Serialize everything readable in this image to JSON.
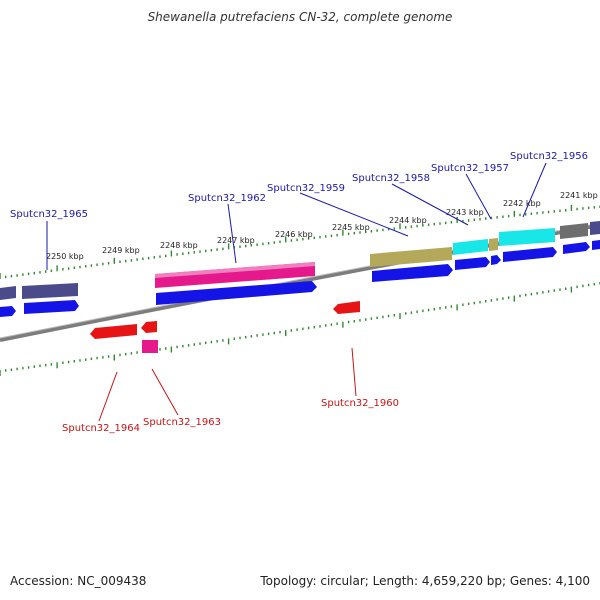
{
  "title": "Shewanella putrefaciens CN-32, complete genome",
  "footer": {
    "accession": "Accession: NC_009438",
    "summary": "Topology: circular; Length: 4,659,220 bp; Genes: 4,100"
  },
  "ticks": [
    "2250 kbp",
    "2249 kbp",
    "2248 kbp",
    "2247 kbp",
    "2246 kbp",
    "2245 kbp",
    "2244 kbp",
    "2243 kbp",
    "2242 kbp",
    "2241 kbp"
  ],
  "gene_labels": {
    "top": [
      "Sputcn32_1965",
      "Sputcn32_1962",
      "Sputcn32_1959",
      "Sputcn32_1958",
      "Sputcn32_1957",
      "Sputcn32_1956"
    ],
    "bottom": [
      "Sputcn32_1964",
      "Sputcn32_1963",
      "Sputcn32_1960"
    ]
  },
  "colors": {
    "backbone": "#8c8c8c",
    "tick": "#2e8b2e",
    "cds_blue": "#1414e6",
    "magenta": "#e6198c",
    "red": "#e61414",
    "olive": "#b4a85a",
    "cyan": "#19e6e6",
    "slate": "#4b4b8c",
    "grey": "#6e6e6e",
    "label_blue": "#1a1aa8",
    "label_red": "#c81414"
  }
}
